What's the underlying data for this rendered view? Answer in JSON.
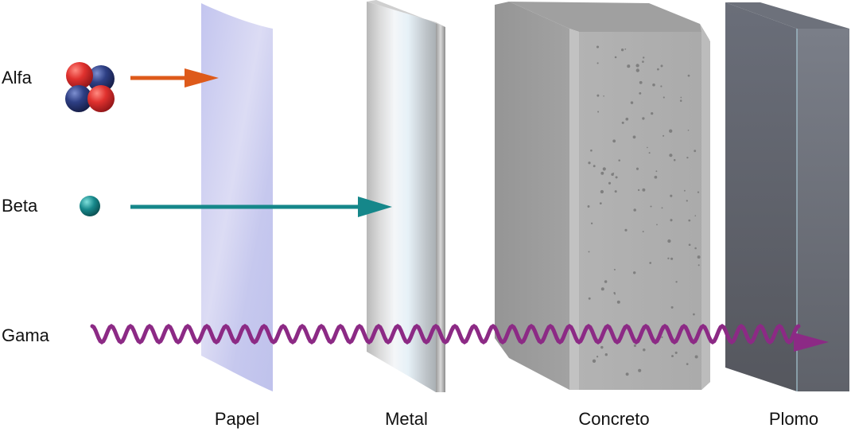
{
  "radiation_types": [
    {
      "label": "Alfa",
      "stopped_by": "Papel"
    },
    {
      "label": "Beta",
      "stopped_by": "Metal"
    },
    {
      "label": "Gama",
      "stopped_by": "Plomo"
    }
  ],
  "barriers": [
    {
      "label": "Papel"
    },
    {
      "label": "Metal"
    },
    {
      "label": "Concreto"
    },
    {
      "label": "Plomo"
    }
  ],
  "colors": {
    "alpha_arrow": "#de5a1a",
    "beta_arrow": "#15878a",
    "gamma_wave": "#8c2a85",
    "proton": "#d8262a",
    "neutron": "#2a3a78",
    "paper": "#c9cbee",
    "concrete": "#a9a9a9",
    "lead": "#5a5d66"
  }
}
